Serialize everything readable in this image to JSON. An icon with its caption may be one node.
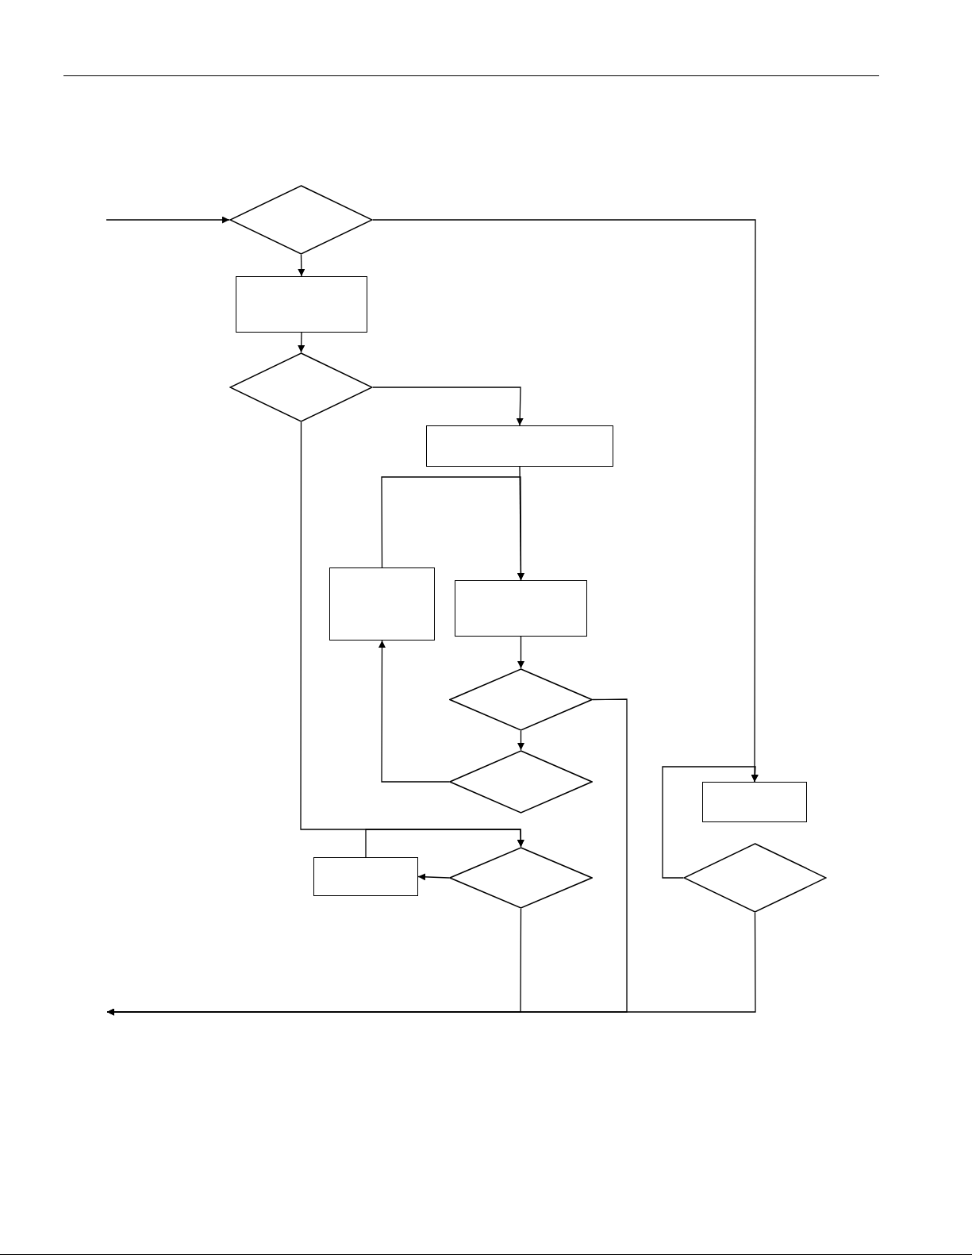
{
  "diagram": {
    "nodes": [
      {
        "text": [],
        "shape": "diamond"
      },
      {
        "text": [],
        "shape": "box"
      },
      {
        "text": [],
        "shape": "diamond"
      },
      {
        "text": [],
        "shape": "box"
      },
      {
        "text": [],
        "shape": "box"
      },
      {
        "text": [],
        "shape": "box"
      },
      {
        "text": [],
        "shape": "diamond"
      },
      {
        "text": [],
        "shape": "diamond"
      },
      {
        "text": [],
        "shape": "box"
      },
      {
        "text": [],
        "shape": "diamond"
      },
      {
        "text": [],
        "shape": "box"
      },
      {
        "text": [],
        "shape": "diamond"
      }
    ],
    "edges": [
      {
        "from": null,
        "to": 0,
        "arrow": "to"
      },
      {
        "from": 0,
        "to": 1,
        "arrow": "to"
      },
      {
        "from": 0,
        "to": 10,
        "arrow": "to"
      },
      {
        "from": 1,
        "to": 2,
        "arrow": "to"
      },
      {
        "from": 2,
        "to": 3,
        "arrow": "to"
      },
      {
        "from": 2,
        "to": 9,
        "arrow": "to"
      },
      {
        "from": 3,
        "to": 5,
        "arrow": "to"
      },
      {
        "from": 5,
        "to": 6,
        "arrow": "to"
      },
      {
        "from": 6,
        "to": 7,
        "arrow": "to"
      },
      {
        "from": 7,
        "to": 4,
        "arrow": "to"
      },
      {
        "from": 4,
        "to": 5,
        "arrow": "to"
      },
      {
        "from": 9,
        "to": 8,
        "arrow": "to"
      },
      {
        "from": 8,
        "to": 9,
        "arrow": "to"
      },
      {
        "from": 6,
        "to": null,
        "arrow": "to"
      },
      {
        "from": 9,
        "to": null,
        "arrow": "to"
      },
      {
        "from": 11,
        "to": null,
        "arrow": "to"
      },
      {
        "from": 11,
        "to": 10,
        "arrow": "to"
      }
    ]
  }
}
